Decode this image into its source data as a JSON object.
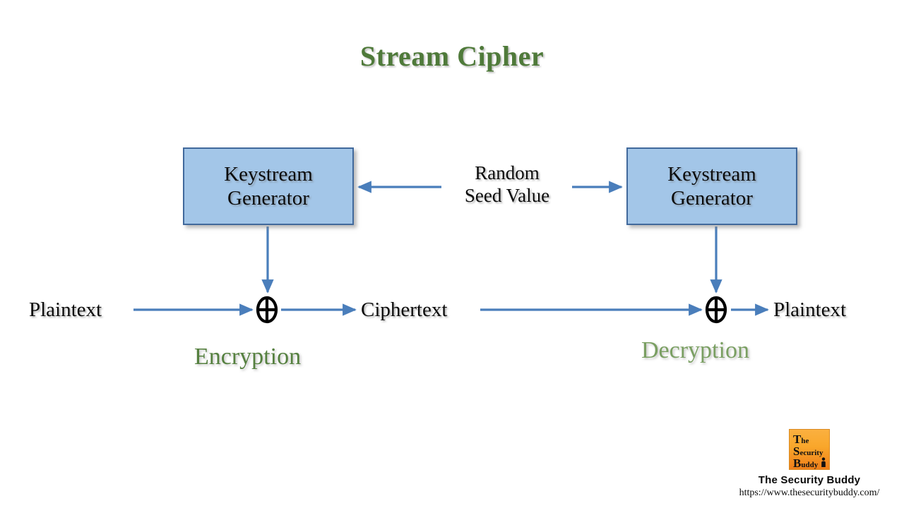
{
  "diagram": {
    "title": "Stream Cipher",
    "title_color": "#4f7a3a",
    "background_color": "#ffffff"
  },
  "palette": {
    "box_fill": "#a3c6e8",
    "box_border": "#41699c",
    "arrow": "#4a7ebb",
    "green_text": "#55803f",
    "green_text_light": "#7a9f62",
    "logo_orange_top": "#fbb040",
    "logo_orange_bottom": "#ef7f1a"
  },
  "boxes": {
    "keystream_left": {
      "line1": "Keystream",
      "line2": "Generator"
    },
    "keystream_right": {
      "line1": "Keystream",
      "line2": "Generator"
    }
  },
  "seed": {
    "line1": "Random",
    "line2": "Seed Value"
  },
  "labels": {
    "plaintext_left": "Plaintext",
    "ciphertext": "Ciphertext",
    "plaintext_right": "Plaintext"
  },
  "operators": {
    "xor_left": "⊕",
    "xor_right": "⊕"
  },
  "captions": {
    "encryption": "Encryption",
    "decryption": "Decryption"
  },
  "logo": {
    "mark_line1_cap": "T",
    "mark_line1_rest": "he",
    "mark_line2_cap": "S",
    "mark_line2_rest": "ecurity",
    "mark_line3_cap": "B",
    "mark_line3_rest": "uddy",
    "name": "The Security Buddy",
    "url": "https://www.thesecuritybuddy.com/"
  }
}
